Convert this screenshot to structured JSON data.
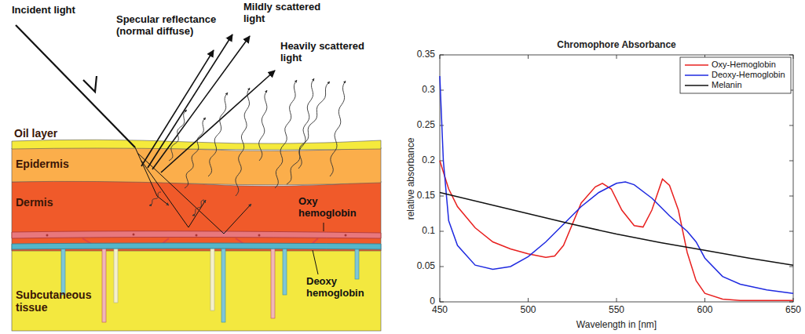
{
  "diagram": {
    "nodes": [
      {
        "text": [
          "Oil layer"
        ]
      },
      {
        "text": [
          "Epidermis"
        ]
      },
      {
        "text": [
          "Dermis"
        ]
      },
      {
        "text": [
          "Subcutaneous tissue"
        ]
      }
    ],
    "labels": [
      "Incident light",
      "Specular reflectance (normal diffuse)",
      "Mildly scattered light",
      "Heavily scattered light",
      "Oxy hemoglobin",
      "Deoxy hemoglobin",
      "Chromophore Absorbance",
      "relative absorbance",
      "Wavelength in [nm]",
      "0",
      "0.05",
      "0.1",
      "0.15",
      "0.2",
      "0.25",
      "0.3",
      "0.35",
      "450",
      "500",
      "550",
      "600",
      "650"
    ],
    "legend": [
      {
        "text": "Oxy-Hemoglobin"
      },
      {
        "text": "Deoxy-Hemoglobin"
      },
      {
        "text": "Melanin"
      }
    ]
  }
}
